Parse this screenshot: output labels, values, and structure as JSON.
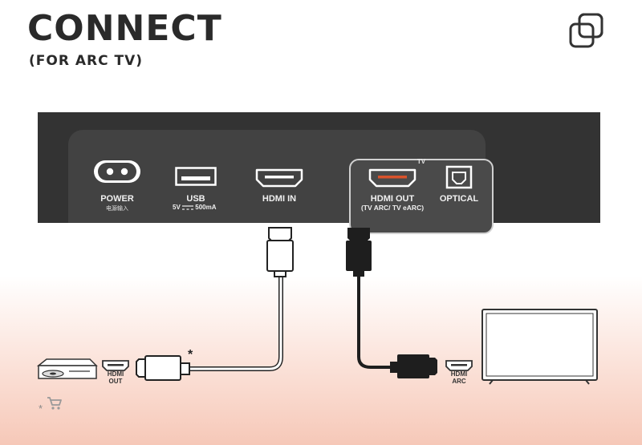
{
  "header": {
    "title": "CONNECT",
    "subtitle": "(FOR ARC TV)"
  },
  "icons": {
    "top_right": "copy-icon",
    "cart": "shopping-cart-icon"
  },
  "panel": {
    "tv_group_label": "TV",
    "ports": {
      "power": {
        "label": "POWER",
        "sub": "电源输入"
      },
      "usb": {
        "label": "USB",
        "sub_left": "5V",
        "sub_right": "500mA"
      },
      "hdmi_in": {
        "label": "HDMI IN"
      },
      "hdmi_out": {
        "label": "HDMI OUT",
        "sub": "(TV ARC/ TV eARC)"
      },
      "optical": {
        "label": "OPTICAL"
      }
    }
  },
  "devices": {
    "source_port_line1": "HDMI",
    "source_port_line2": "OUT",
    "tv_port_line1": "HDMI",
    "tv_port_line2": "ARC"
  },
  "notes": {
    "cable_marker": "*",
    "footnote_marker": "*"
  },
  "colors": {
    "panel": "#333333",
    "plate": "#424242",
    "hdmi_out_accent": "#d9532c",
    "black_cable": "#1e1e1e",
    "white_cable": "#ffffff"
  }
}
